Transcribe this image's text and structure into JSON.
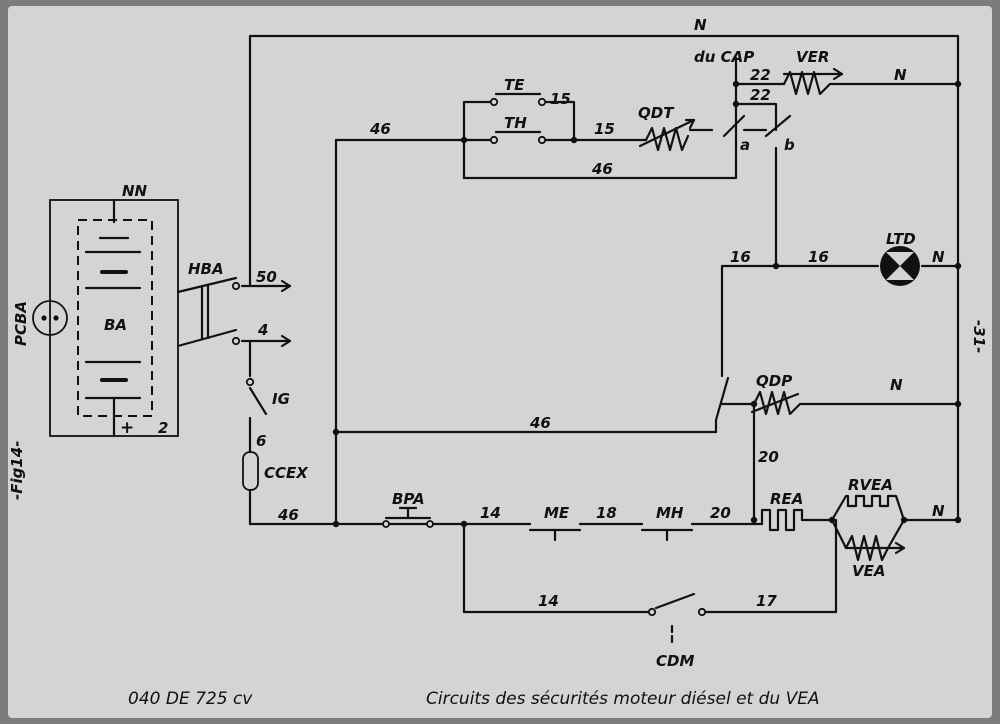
{
  "page_number": "-31-",
  "figure_label": "-Fig14-",
  "footer": {
    "model": "040 DE 725 cv",
    "title": "Circuits des sécurités moteur diésel et du VEA"
  },
  "components": {
    "pcba": "PCBA",
    "ba": "BA",
    "nn": "NN",
    "plus": "+",
    "hba": "HBA",
    "ig": "IG",
    "ccex": "CCEX",
    "bpa": "BPA",
    "me": "ME",
    "mh": "MH",
    "rea": "REA",
    "rvea": "RVEA",
    "vea": "VEA",
    "cdm": "CDM",
    "ltd": "LTD",
    "qdp": "QDP",
    "qdt": "QDT",
    "te": "TE",
    "th": "TH",
    "ver": "VER",
    "du_cap": "du CAP",
    "contact_a": "a",
    "contact_b": "b"
  },
  "wire_numbers": {
    "w2": "2",
    "w4": "4",
    "w6": "6",
    "w14a": "14",
    "w14b": "14",
    "w15a": "15",
    "w15b": "15",
    "w16a": "16",
    "w16b": "16",
    "w17": "17",
    "w18": "18",
    "w20a": "20",
    "w20b": "20",
    "w22a": "22",
    "w22b": "22",
    "w46a": "46",
    "w46b": "46",
    "w46c": "46",
    "w46d": "46",
    "w50": "50"
  },
  "neutral_labels": {
    "n_top": "N",
    "n_ver": "N",
    "n_ltd": "N",
    "n_qdp": "N",
    "n_rvea": "N"
  }
}
